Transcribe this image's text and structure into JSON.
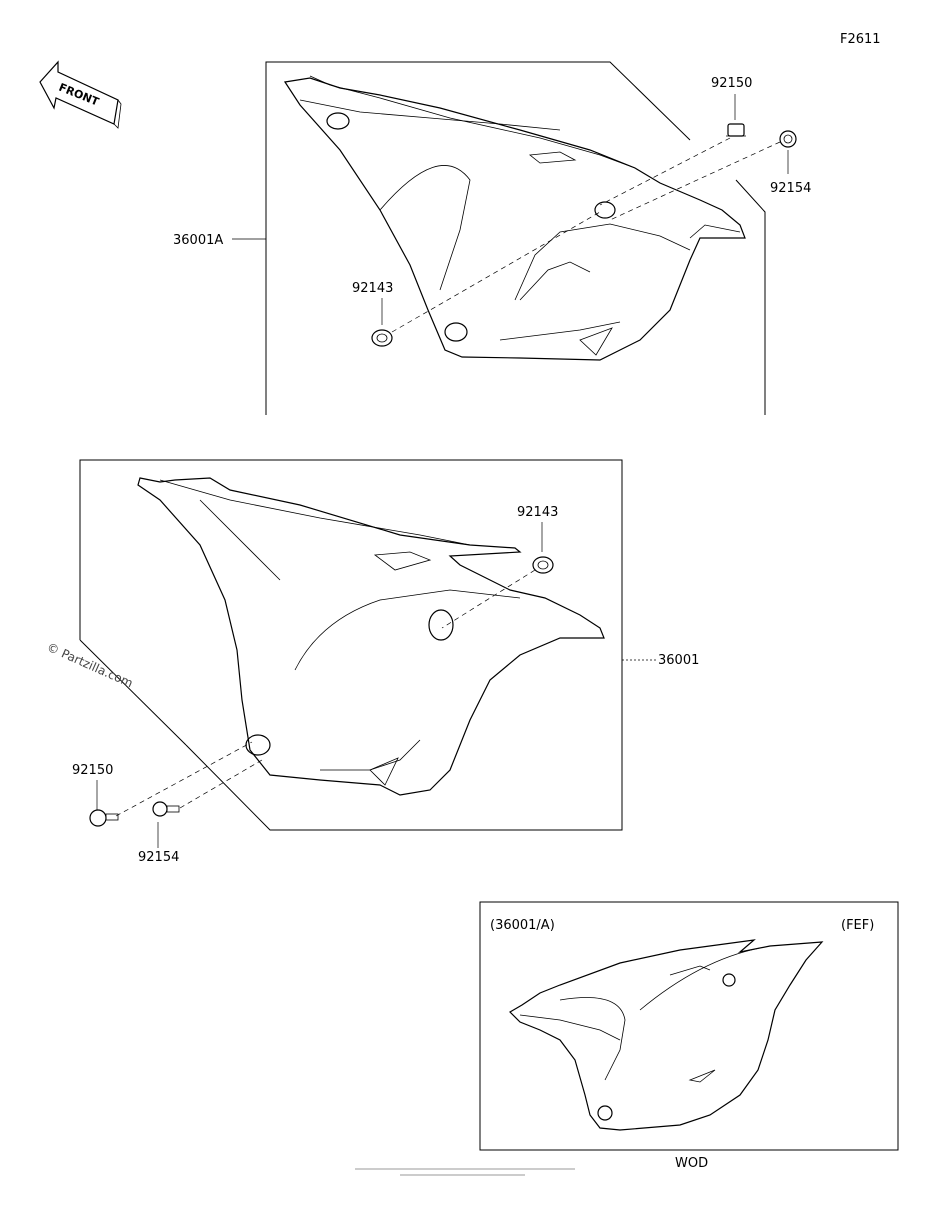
{
  "diagram_code": "F2611",
  "front_arrow_text": "FRONT",
  "watermark": "© Partzilla.com",
  "footer_label": "WOD",
  "inset": {
    "ref_label": "(36001/A)",
    "variant_label": "(FEF)"
  },
  "upper_group": {
    "cover_label": "36001A",
    "bolt_label": "92150",
    "collar_label": "92154",
    "grommet_label": "92143"
  },
  "lower_group": {
    "cover_label": "36001",
    "bolt_label": "92150",
    "collar_label": "92154",
    "grommet_label": "92143"
  }
}
